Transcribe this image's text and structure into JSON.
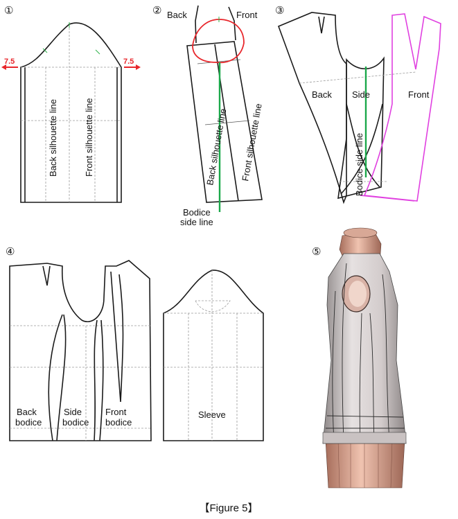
{
  "panels": {
    "p1": {
      "number": "①",
      "left_value": "7.5",
      "right_value": "7.5",
      "back_line": "Back silhouette line",
      "front_line": "Front silhouette line"
    },
    "p2": {
      "number": "②",
      "back": "Back",
      "front": "Front",
      "back_line": "Back silhouette line",
      "front_line": "Front silhouette line",
      "bodice_side_line_1": "Bodice",
      "bodice_side_line_2": "side line"
    },
    "p3": {
      "number": "③",
      "back": "Back",
      "side": "Side",
      "front": "Front",
      "bodice_side_line": "Bodice side line"
    },
    "p4": {
      "number": "④",
      "back_1": "Back",
      "back_2": "bodice",
      "side_1": "Side",
      "side_2": "bodice",
      "front_1": "Front",
      "front_2": "bodice",
      "sleeve": "Sleeve"
    },
    "p5": {
      "number": "⑤"
    }
  },
  "caption": "【Figure 5】",
  "colors": {
    "red": "#e8262b",
    "green": "#1aa84a",
    "magenta": "#e040e0",
    "skin": "#e8b9a6",
    "garment": "#d9d2d2"
  }
}
